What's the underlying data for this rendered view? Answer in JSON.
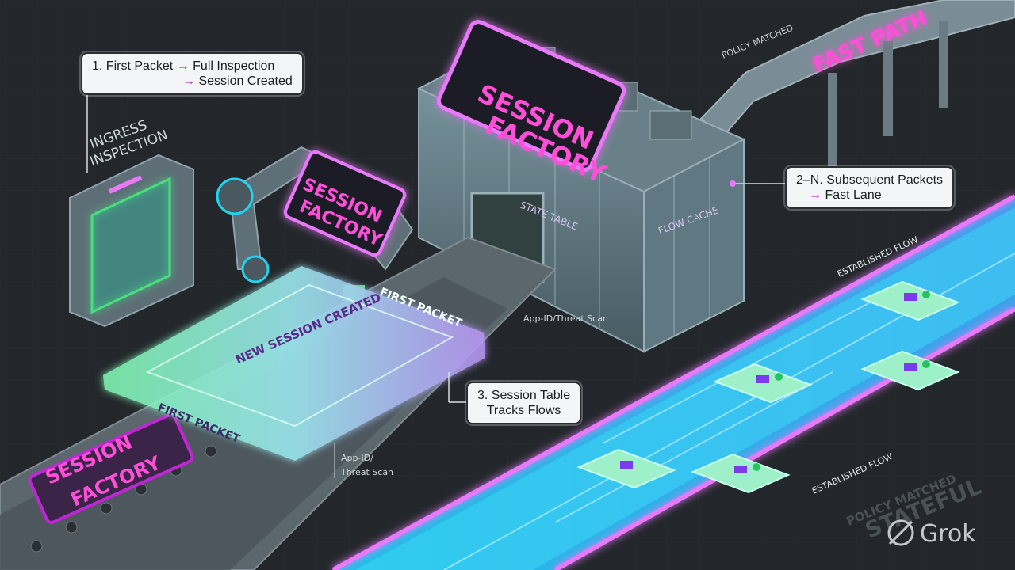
{
  "colors": {
    "background": "#23272b",
    "neon_magenta": "#d946ef",
    "neon_cyan": "#22d3ee",
    "neon_green": "#4ade80",
    "building_glass": "#6f8a94",
    "sign_text": "#ff4fd8"
  },
  "callouts": {
    "first": {
      "number": "1. First Packet",
      "line1": "Full Inspection",
      "line2": "Session Created"
    },
    "subsequent": {
      "number": "2–N. Subsequent Packets",
      "line1": "Fast Lane"
    },
    "table": {
      "line1": "3. Session Table",
      "line2": "Tracks Flows"
    }
  },
  "arrow_glyph": "→",
  "signs": {
    "building_line1": "SESSION",
    "building_line2": "FACTORY",
    "arm_line1": "SESSION",
    "arm_line2": "FACTORY",
    "belt_line1": "SESSION",
    "belt_line2": "FACTORY",
    "fast_path": "FAST PATH"
  },
  "labels": {
    "ingress": "INGRESS\nINSPECTION",
    "state_table": "STATE TABLE",
    "flow_cache": "FLOW CACHE",
    "policy_matched_top": "POLICY MATCHED",
    "established_flow_top": "ESTABLISHED FLOW",
    "established_flow_bottom": "ESTABLISHED FLOW",
    "first_packet_top": "FIRST PACKET",
    "first_packet_side": "FIRST PACKET",
    "new_session": "NEW SESSION CREATED",
    "app_id": "App-ID/\nThreat Scan",
    "threat_scan": "App-ID/Threat Scan",
    "watermark_line1": "POLICY MATCHED",
    "watermark_line2": "STATEFUL",
    "logo_text": "Grok"
  }
}
